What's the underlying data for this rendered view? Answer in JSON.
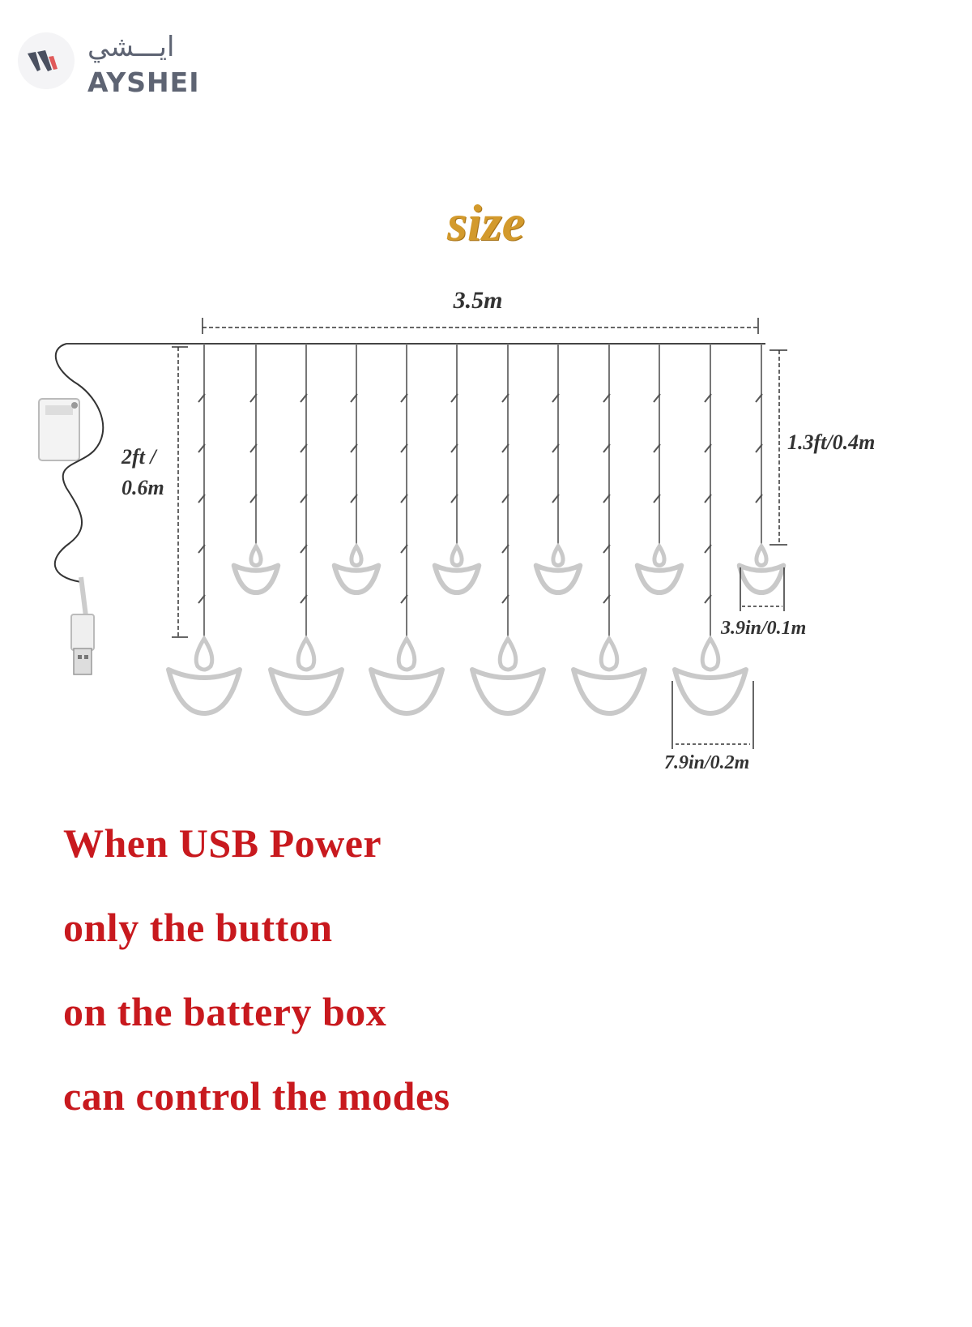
{
  "brand": {
    "name_ar": "ايـــشي",
    "name_en": "AYSHEI",
    "logo_icon": "ayshei-logo-icon"
  },
  "heading": "size",
  "dimensions": {
    "total_width": "3.5m",
    "long_drop_1": "2ft /",
    "long_drop_2": "0.6m",
    "short_drop": "1.3ft/0.4m",
    "small_pendant": "3.9in/0.1m",
    "large_pendant": "7.9in/0.2m"
  },
  "caption": {
    "lines": [
      "When USB Power",
      "only the button",
      "on the battery box",
      "can control the modes"
    ]
  },
  "colors": {
    "heading": "#d39a2c",
    "caption": "#c8191e",
    "brand": "#5e6473",
    "brand_accent": "#e05a5a"
  }
}
